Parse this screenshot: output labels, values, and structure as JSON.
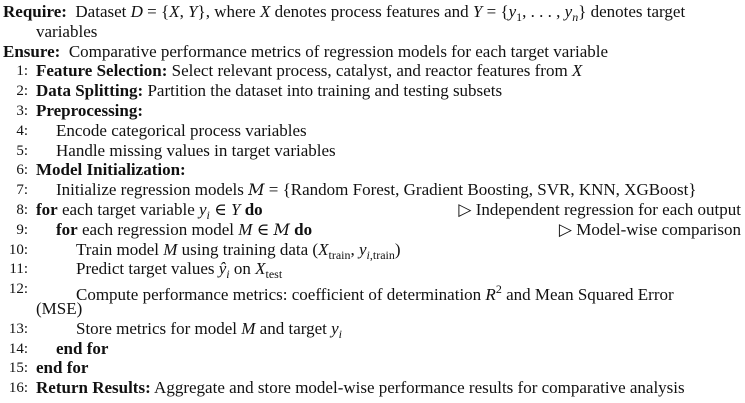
{
  "algorithm": {
    "lines": [
      {
        "num": "",
        "indent": -1,
        "segs": [
          {
            "s": "b",
            "t": "Require:"
          },
          {
            "s": "n",
            "t": "  Dataset "
          },
          {
            "s": "i",
            "t": "D"
          },
          {
            "s": "n",
            "t": " = {"
          },
          {
            "s": "i",
            "t": "X"
          },
          {
            "s": "n",
            "t": ", "
          },
          {
            "s": "i",
            "t": "Y"
          },
          {
            "s": "n",
            "t": "}, where "
          },
          {
            "s": "i",
            "t": "X"
          },
          {
            "s": "n",
            "t": " denotes process features and "
          },
          {
            "s": "i",
            "t": "Y"
          },
          {
            "s": "n",
            "t": " = {"
          },
          {
            "s": "i",
            "t": "y"
          },
          {
            "s": "sub",
            "t": "1"
          },
          {
            "s": "n",
            "t": ", . . . , "
          },
          {
            "s": "i",
            "t": "y"
          },
          {
            "s": "subi",
            "t": "n"
          },
          {
            "s": "n",
            "t": "} denotes target"
          }
        ]
      },
      {
        "num": "",
        "indent": 0,
        "segs": [
          {
            "s": "n",
            "t": "variables"
          }
        ]
      },
      {
        "num": "",
        "indent": -1,
        "segs": [
          {
            "s": "b",
            "t": "Ensure:"
          },
          {
            "s": "n",
            "t": "  Comparative performance metrics of regression models for each target variable"
          }
        ]
      },
      {
        "num": "1:",
        "indent": 0,
        "segs": [
          {
            "s": "b",
            "t": "Feature Selection:"
          },
          {
            "s": "n",
            "t": " Select relevant process, catalyst, and reactor features from "
          },
          {
            "s": "i",
            "t": "X"
          }
        ]
      },
      {
        "num": "2:",
        "indent": 0,
        "segs": [
          {
            "s": "b",
            "t": "Data Splitting:"
          },
          {
            "s": "n",
            "t": " Partition the dataset into training and testing subsets"
          }
        ]
      },
      {
        "num": "3:",
        "indent": 0,
        "segs": [
          {
            "s": "b",
            "t": "Preprocessing:"
          }
        ]
      },
      {
        "num": "4:",
        "indent": 1,
        "segs": [
          {
            "s": "n",
            "t": "Encode categorical process variables"
          }
        ]
      },
      {
        "num": "5:",
        "indent": 1,
        "segs": [
          {
            "s": "n",
            "t": "Handle missing values in target variables"
          }
        ]
      },
      {
        "num": "6:",
        "indent": 0,
        "segs": [
          {
            "s": "b",
            "t": "Model Initialization:"
          }
        ]
      },
      {
        "num": "7:",
        "indent": 1,
        "segs": [
          {
            "s": "n",
            "t": "Initialize regression models "
          },
          {
            "s": "cal",
            "t": "M"
          },
          {
            "s": "n",
            "t": " = {Random Forest, Gradient Boosting, SVR, KNN, XGBoost}"
          }
        ]
      },
      {
        "num": "8:",
        "indent": 0,
        "segs": [
          {
            "s": "b",
            "t": "for"
          },
          {
            "s": "n",
            "t": " each target variable "
          },
          {
            "s": "i",
            "t": "y"
          },
          {
            "s": "subi",
            "t": "i"
          },
          {
            "s": "n",
            "t": " ∈ "
          },
          {
            "s": "i",
            "t": "Y"
          },
          {
            "s": "n",
            "t": " "
          },
          {
            "s": "b",
            "t": "do"
          }
        ],
        "comment": "▷ Independent regression for each output"
      },
      {
        "num": "9:",
        "indent": 1,
        "segs": [
          {
            "s": "b",
            "t": "for"
          },
          {
            "s": "n",
            "t": " each regression model "
          },
          {
            "s": "i",
            "t": "M"
          },
          {
            "s": "n",
            "t": " ∈ "
          },
          {
            "s": "cal",
            "t": "M"
          },
          {
            "s": "n",
            "t": " "
          },
          {
            "s": "b",
            "t": "do"
          }
        ],
        "comment": "▷ Model-wise comparison"
      },
      {
        "num": "10:",
        "indent": 2,
        "segs": [
          {
            "s": "n",
            "t": "Train model "
          },
          {
            "s": "i",
            "t": "M"
          },
          {
            "s": "n",
            "t": " using training data ("
          },
          {
            "s": "i",
            "t": "X"
          },
          {
            "s": "sub",
            "t": "train"
          },
          {
            "s": "n",
            "t": ", "
          },
          {
            "s": "i",
            "t": "y"
          },
          {
            "s": "subi",
            "t": "i"
          },
          {
            "s": "sub",
            "t": ",train"
          },
          {
            "s": "n",
            "t": ")"
          }
        ]
      },
      {
        "num": "11:",
        "indent": 2,
        "segs": [
          {
            "s": "n",
            "t": "Predict target values "
          },
          {
            "s": "i",
            "t": "ŷ"
          },
          {
            "s": "subi",
            "t": "i"
          },
          {
            "s": "n",
            "t": " on "
          },
          {
            "s": "i",
            "t": "X"
          },
          {
            "s": "sub",
            "t": "test"
          }
        ]
      },
      {
        "num": "12:",
        "indent": 2,
        "segs": [
          {
            "s": "n",
            "t": "Compute performance metrics: coefficient of determination "
          },
          {
            "s": "i",
            "t": "R"
          },
          {
            "s": "sup",
            "t": "2"
          },
          {
            "s": "n",
            "t": " and Mean Squared Error"
          }
        ]
      },
      {
        "num": "",
        "indent": 0,
        "segs": [
          {
            "s": "n",
            "t": "(MSE)"
          }
        ]
      },
      {
        "num": "13:",
        "indent": 2,
        "segs": [
          {
            "s": "n",
            "t": "Store metrics for model "
          },
          {
            "s": "i",
            "t": "M"
          },
          {
            "s": "n",
            "t": " and target "
          },
          {
            "s": "i",
            "t": "y"
          },
          {
            "s": "subi",
            "t": "i"
          }
        ]
      },
      {
        "num": "14:",
        "indent": 1,
        "segs": [
          {
            "s": "b",
            "t": "end for"
          }
        ]
      },
      {
        "num": "15:",
        "indent": 0,
        "segs": [
          {
            "s": "b",
            "t": "end for"
          }
        ]
      },
      {
        "num": "16:",
        "indent": 0,
        "segs": [
          {
            "s": "b",
            "t": "Return Results:"
          },
          {
            "s": "n",
            "t": " Aggregate and store model-wise performance results for comparative analysis"
          }
        ]
      }
    ]
  }
}
